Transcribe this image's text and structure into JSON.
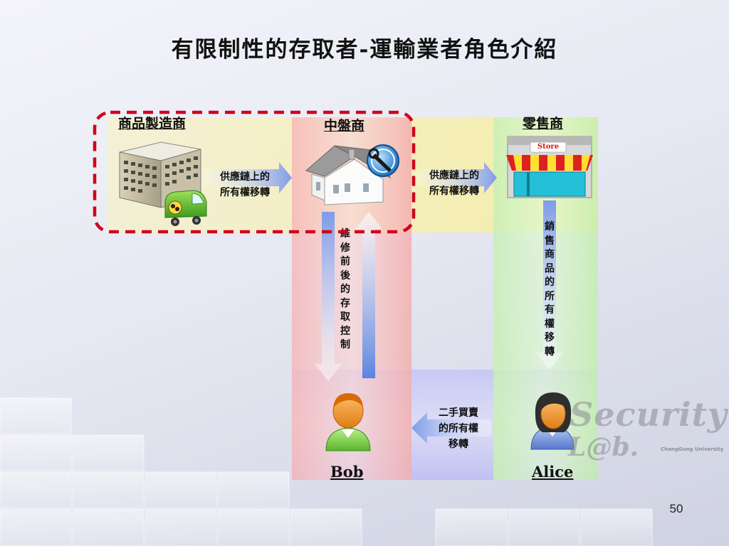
{
  "title": "有限制性的存取者-運輸業者角色介紹",
  "roles": {
    "manufacturer": "商品製造商",
    "middleman": "中盤商",
    "retailer": "零售商",
    "bob": "Bob",
    "alice": "Alice"
  },
  "arrows": {
    "supply_1_line1": "供應鏈上的",
    "supply_1_line2": "所有權移轉",
    "supply_2_line1": "供應鏈上的",
    "supply_2_line2": "所有權移轉",
    "repair": "維修前後的存取控制",
    "sales": "銷售商品的所有權移轉",
    "second_hand_line1": "二手買賣",
    "second_hand_line2": "的所有權",
    "second_hand_line3": "移轉"
  },
  "store_sign": "Store",
  "logo": {
    "line1": "Security",
    "line2": "L@b.",
    "university": "ChangGung University"
  },
  "page_number": "50",
  "colors": {
    "yellow_band": "#f7f0b0",
    "red_band": "#f4b0b0",
    "green_band": "#c8f0b0",
    "blue_band": "#b8b8f4",
    "highlight": "#d0021b",
    "arrow_blue": "#6f8fe6"
  }
}
